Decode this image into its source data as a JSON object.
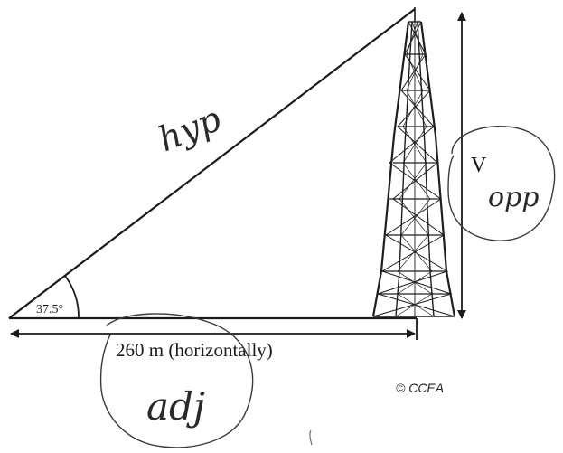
{
  "diagram": {
    "angle_label": "37.5°",
    "distance_label": "260 m (horizontally)",
    "vertical_label": "V",
    "copyright": "© CCEA"
  },
  "annotations": {
    "hypotenuse": "hyp",
    "opposite": "opp",
    "adjacent": "adj"
  },
  "colors": {
    "ink": "#1a1a1a",
    "pencil": "#2a2a2a"
  }
}
